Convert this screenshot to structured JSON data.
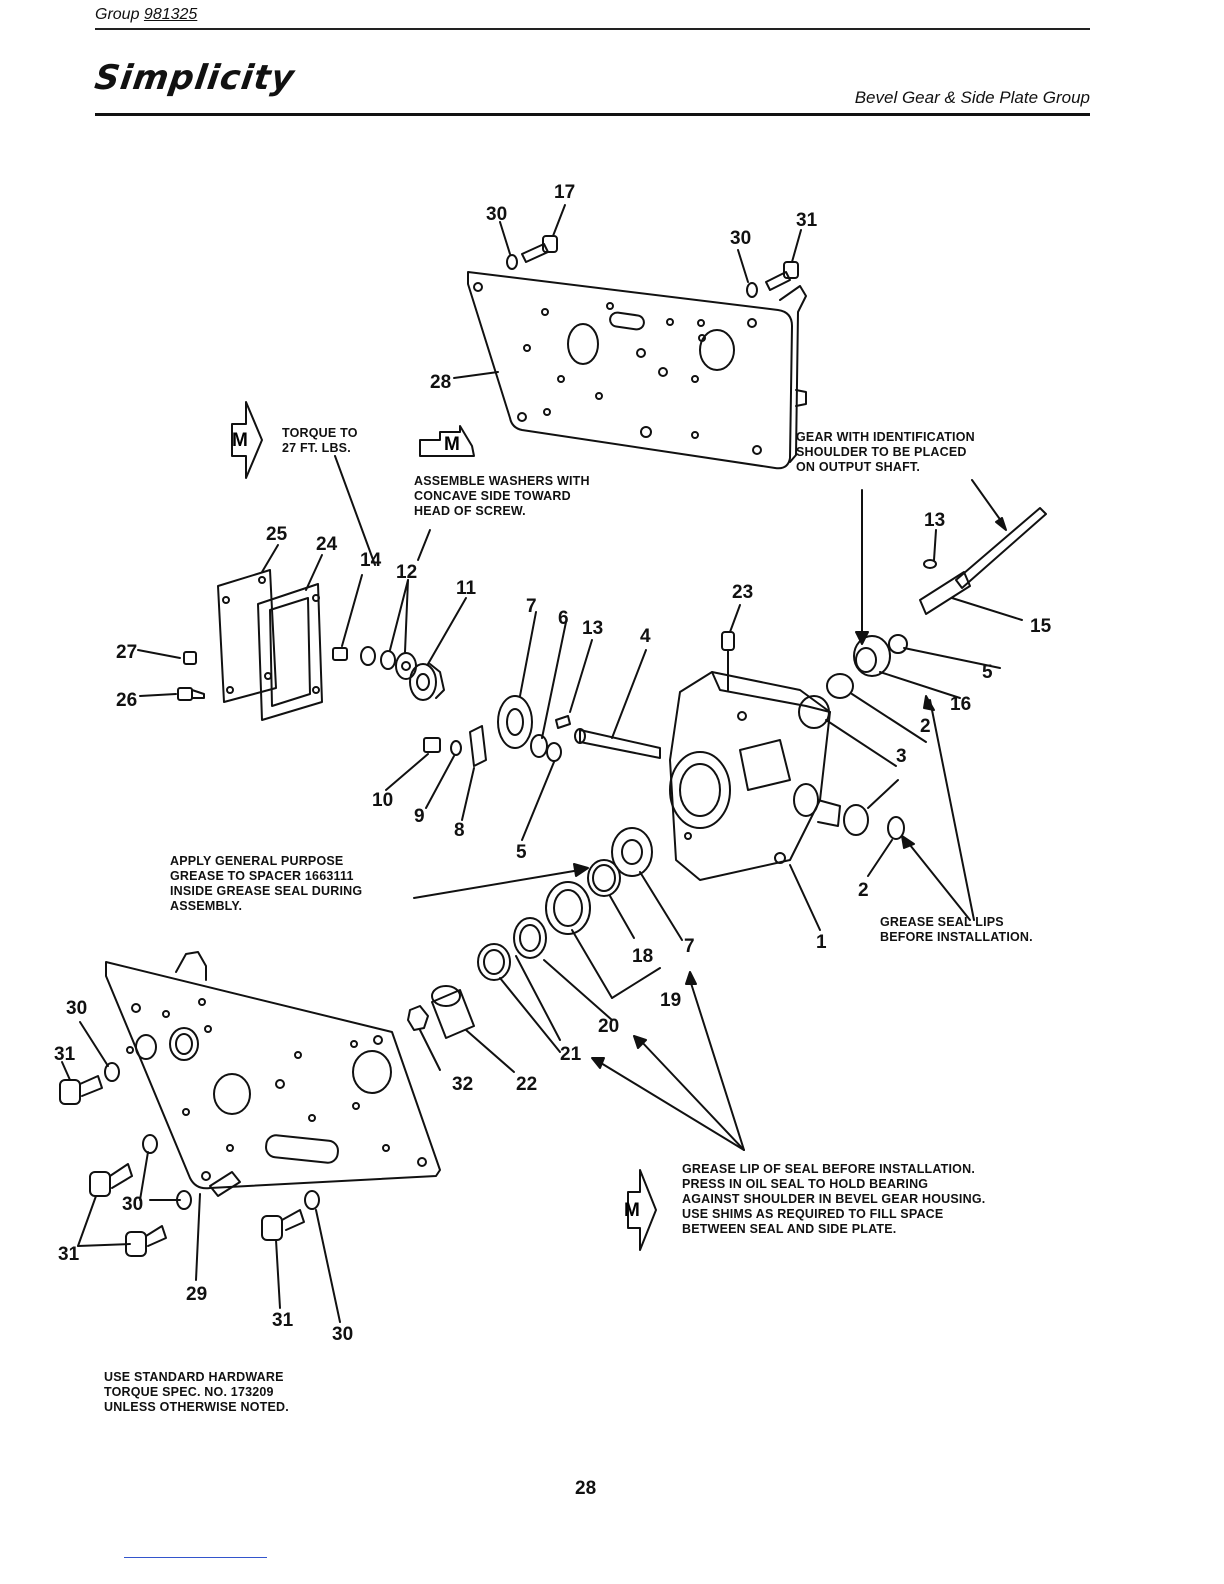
{
  "header": {
    "group_prefix": "Group",
    "group_number": "981325",
    "brand": "Simplicity",
    "section_title": "Bevel Gear & Side Plate Group"
  },
  "callouts": {
    "torque": "TORQUE TO\n27 FT. LBS.",
    "washers": "ASSEMBLE WASHERS WITH\nCONCAVE SIDE TOWARD\nHEAD OF SCREW.",
    "gear_id": "GEAR WITH IDENTIFICATION\nSHOULDER TO BE PLACED\nON OUTPUT SHAFT.",
    "grease_spacer": "APPLY GENERAL PURPOSE\nGREASE TO SPACER 1663111\nINSIDE GREASE SEAL DURING\nASSEMBLY.",
    "grease_lips": "GREASE SEAL LIPS\nBEFORE INSTALLATION.",
    "grease_lip_seal": "GREASE LIP OF SEAL BEFORE INSTALLATION.\nPRESS IN OIL SEAL TO HOLD BEARING\nAGAINST SHOULDER IN BEVEL GEAR HOUSING.\nUSE SHIMS AS REQUIRED TO FILL SPACE\nBETWEEN SEAL AND SIDE PLATE.",
    "standard_hardware": "USE STANDARD HARDWARE\nTORQUE SPEC. NO. 173209\nUNLESS OTHERWISE NOTED."
  },
  "badge_letter": "M",
  "part_numbers": [
    "17",
    "30",
    "30",
    "31",
    "28",
    "13",
    "25",
    "24",
    "14",
    "12",
    "11",
    "23",
    "7",
    "6",
    "13",
    "4",
    "15",
    "27",
    "5",
    "26",
    "16",
    "2",
    "3",
    "10",
    "9",
    "8",
    "5",
    "3",
    "2",
    "18",
    "7",
    "1",
    "19",
    "30",
    "20",
    "31",
    "21",
    "32",
    "22",
    "30",
    "31",
    "29",
    "31",
    "30"
  ],
  "page_number": "28"
}
